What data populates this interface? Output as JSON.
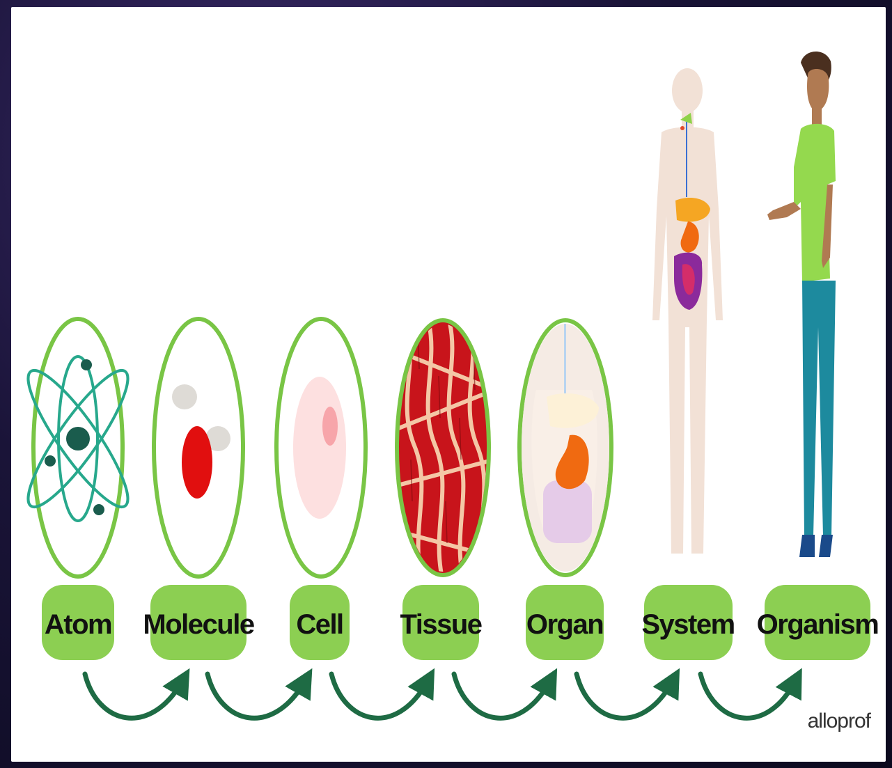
{
  "levels": [
    {
      "label": "Atom",
      "icon": "atom-icon"
    },
    {
      "label": "Molecule",
      "icon": "molecule-icon"
    },
    {
      "label": "Cell",
      "icon": "cell-icon"
    },
    {
      "label": "Tissue",
      "icon": "tissue-icon"
    },
    {
      "label": "Organ",
      "icon": "organ-icon"
    },
    {
      "label": "System",
      "icon": "digestive-system-icon"
    },
    {
      "label": "Organism",
      "icon": "human-organism-icon"
    }
  ],
  "brand": "alloprof",
  "colors": {
    "label_fill": "#8ccf52",
    "circle_stroke": "#79c545",
    "arrow": "#1e6b44",
    "atom": "#27a88c",
    "atom_dark": "#1a5c4d",
    "oxygen": "#e10f0f",
    "hydrogen": "#dedbd6",
    "cell": "#fde0e0",
    "nucleus": "#f7a5aa",
    "muscle": "#c8141b",
    "fiber": "#f4c7a6",
    "stomach": "#f06a11",
    "skin": "#f2e1d6",
    "shirt": "#94d94e",
    "pants": "#1d8a9e"
  }
}
